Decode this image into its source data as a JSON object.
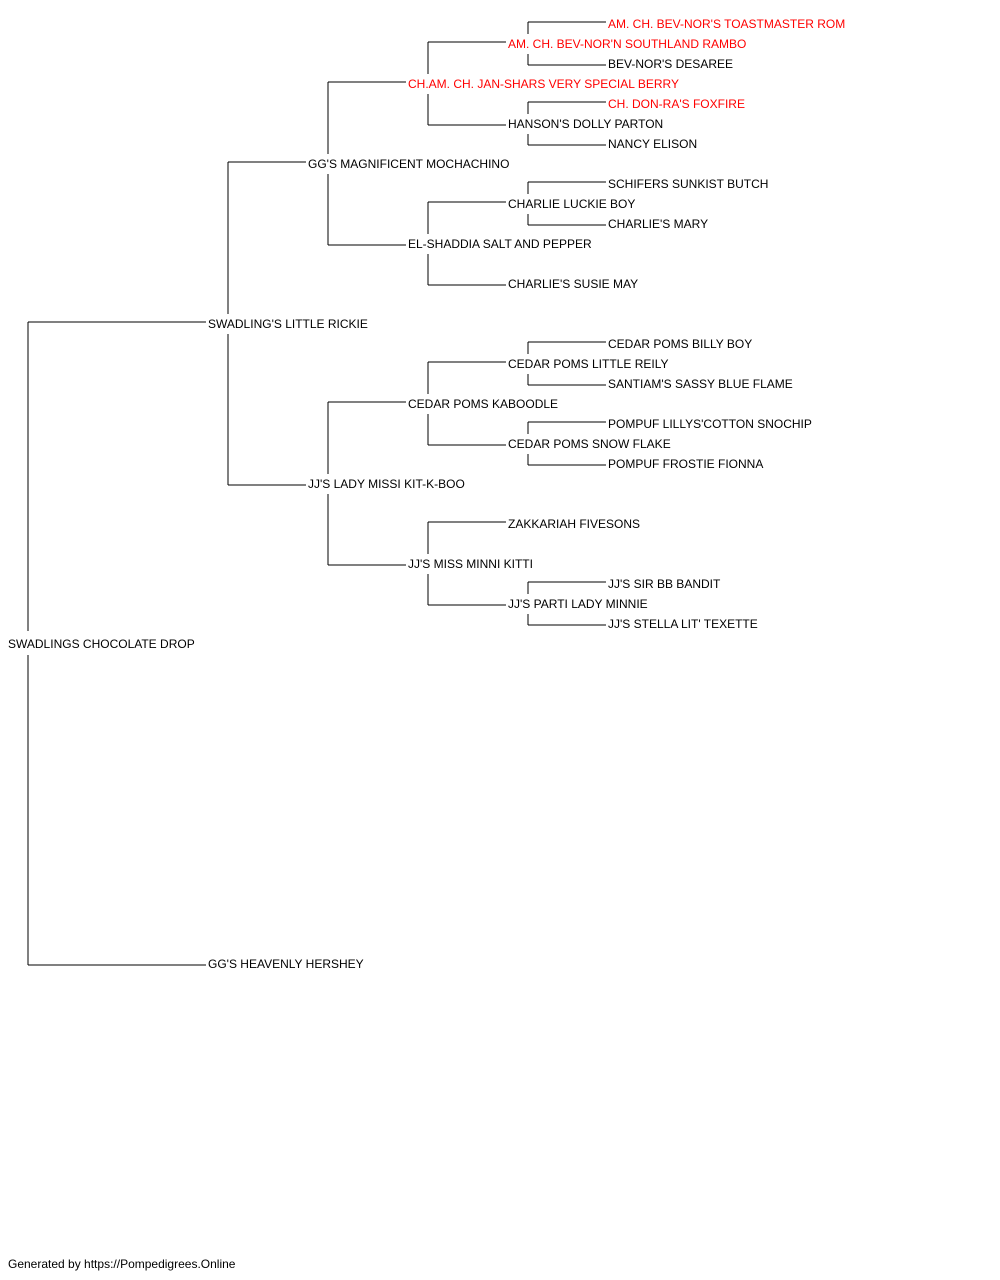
{
  "colors": {
    "champion": "#ff0000",
    "normal": "#000000",
    "line": "#000000"
  },
  "pedigree": {
    "subject": "SWADLINGS CHOCOLATE DROP",
    "sire": "SWADLING'S LITTLE RICKIE",
    "dam": "GG'S HEAVENLY HERSHEY",
    "sire_sire": "GG'S MAGNIFICENT MOCHACHINO",
    "sire_dam": "JJ'S LADY MISSI KIT-K-BOO",
    "sire_sire_sire": "CH.AM. CH. JAN-SHARS VERY SPECIAL BERRY",
    "sire_sire_dam": "EL-SHADDIA SALT AND PEPPER",
    "sire_dam_sire": "CEDAR POMS KABOODLE",
    "sire_dam_dam": "JJ'S MISS MINNI KITTI",
    "ss_ss_sire": "AM. CH. BEV-NOR'N SOUTHLAND RAMBO",
    "ss_ss_dam": "HANSON'S DOLLY PARTON",
    "ss_sd_sire": "CHARLIE LUCKIE BOY",
    "ss_sd_dam": "CHARLIE'S SUSIE MAY",
    "sd_ds_sire": "CEDAR POMS LITTLE REILY",
    "sd_ds_dam": "CEDAR POMS SNOW FLAKE",
    "sd_dd_sire": "ZAKKARIAH FIVESONS",
    "sd_dd_dam": "JJ'S PARTI LADY MINNIE",
    "g5_1": "AM. CH. BEV-NOR'S TOASTMASTER ROM",
    "g5_2": "BEV-NOR'S DESAREE",
    "g5_3": "CH. DON-RA'S FOXFIRE",
    "g5_4": "NANCY ELISON",
    "g5_5": "SCHIFERS SUNKIST BUTCH",
    "g5_6": "CHARLIE'S MARY",
    "g5_7": "CEDAR POMS BILLY BOY",
    "g5_8": "SANTIAM'S SASSY BLUE FLAME",
    "g5_9": "POMPUF LILLYS'COTTON SNOCHIP",
    "g5_10": "POMPUF FROSTIE FIONNA",
    "g5_11": "JJ'S SIR BB BANDIT",
    "g5_12": "JJ'S STELLA LIT' TEXETTE"
  },
  "footer": "Generated by https://Pompedigrees.Online"
}
